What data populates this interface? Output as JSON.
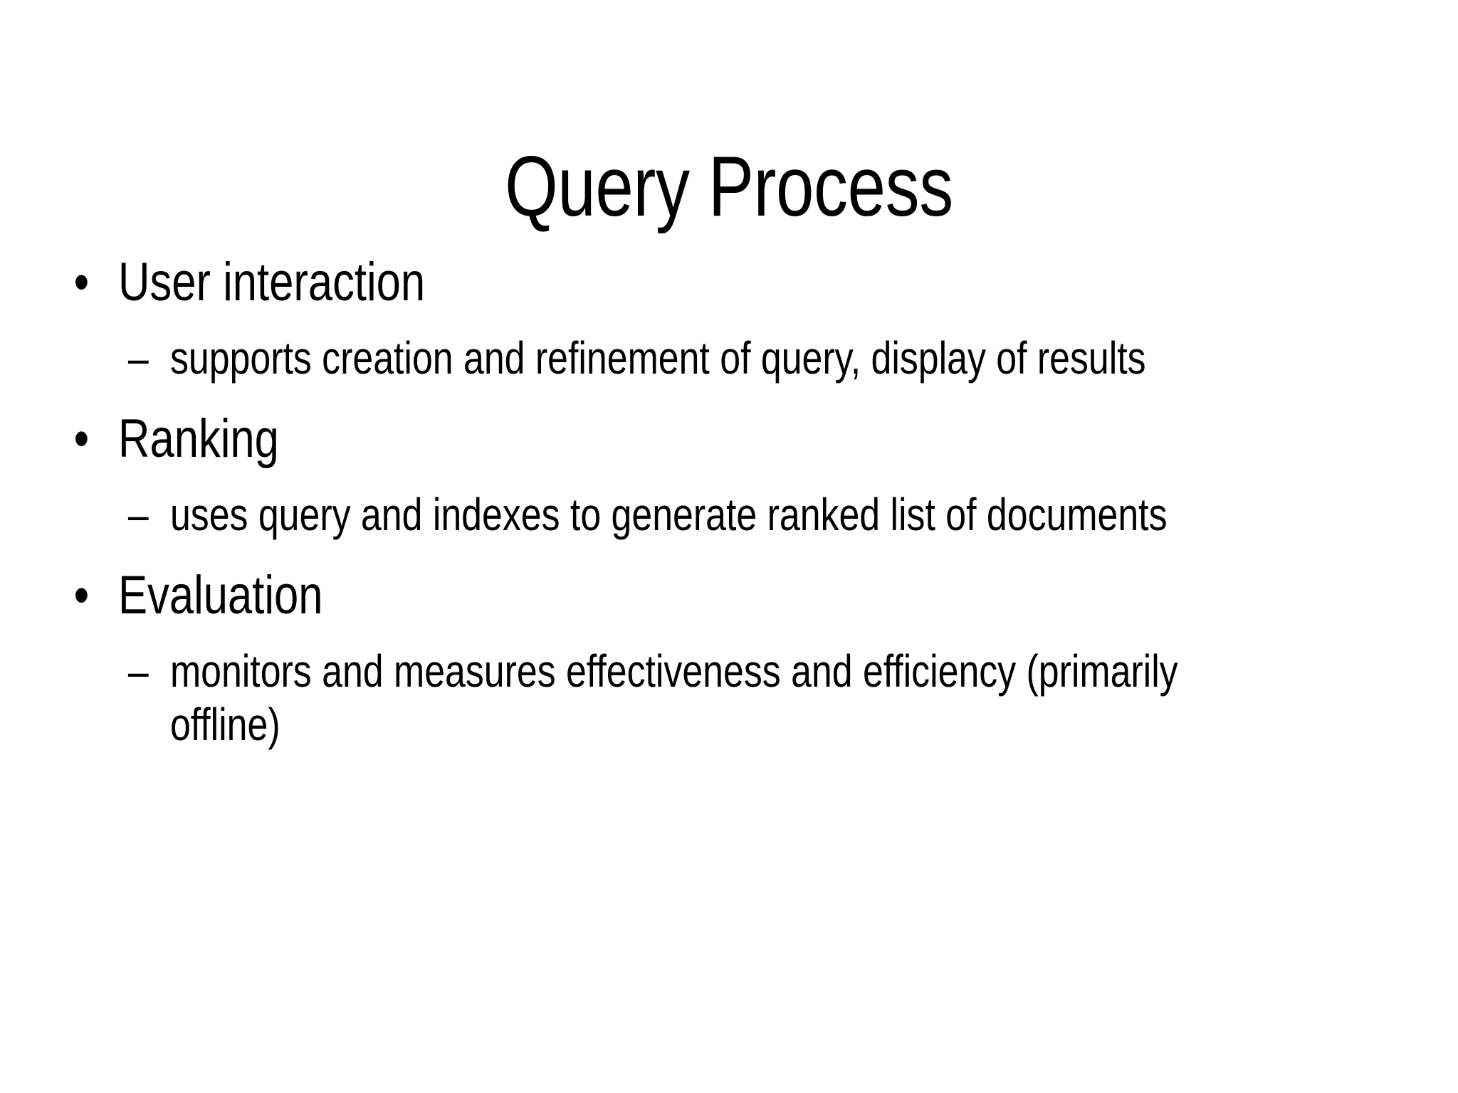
{
  "slide": {
    "title": "Query Process",
    "background_color": "#FFFFFF",
    "text_color": "#000000",
    "level1_marker": "•",
    "level2_marker": "–",
    "bullets": [
      {
        "label": "User interaction",
        "sub": "supports creation and refinement of query, display of results"
      },
      {
        "label": "Ranking",
        "sub": "uses query and indexes to generate ranked list of documents"
      },
      {
        "label": "Evaluation",
        "sub": "monitors and measures effectiveness and efficiency (primarily offline)"
      }
    ]
  }
}
